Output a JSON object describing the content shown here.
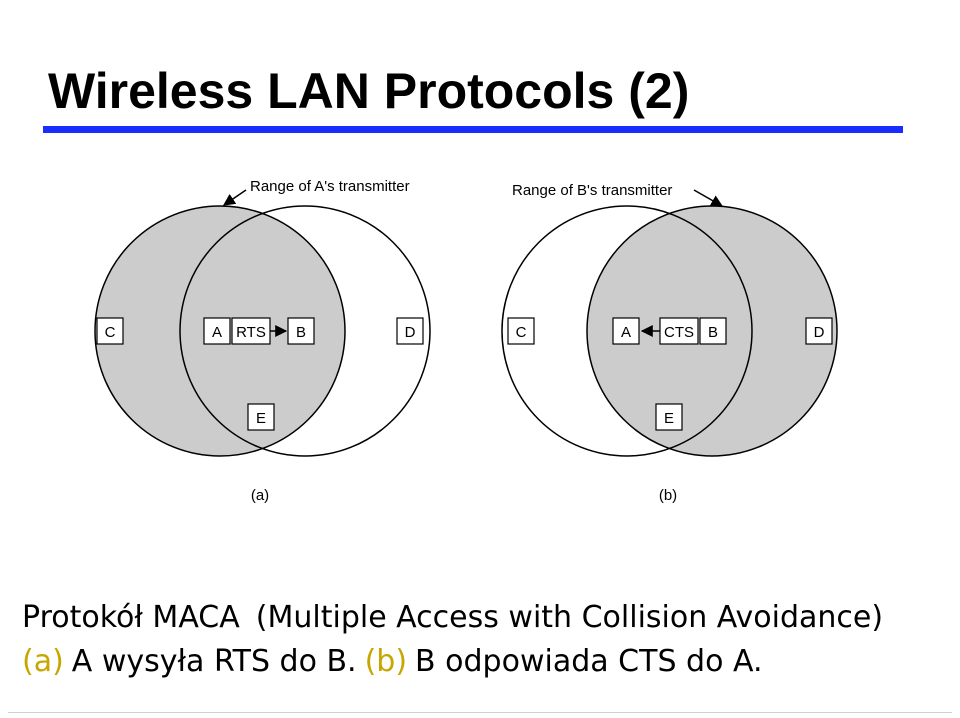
{
  "slide": {
    "title": "Wireless LAN Protocols (2)"
  },
  "figure": {
    "panel_a": {
      "range_label": "Range of A's transmitter",
      "caption": "(a)",
      "nodes": [
        "C",
        "A",
        "RTS",
        "B",
        "D",
        "E"
      ]
    },
    "panel_b": {
      "range_label": "Range of B's transmitter",
      "caption": "(b)",
      "nodes": [
        "C",
        "A",
        "CTS",
        "B",
        "D",
        "E"
      ]
    },
    "colors": {
      "shaded_range": "#cccccc",
      "accent_rule": "#1a2cff",
      "highlight": "#c8a600"
    }
  },
  "caption": {
    "line1_a": "Protokół MACA",
    "line1_b": "(Multiple Access with Collision Avoidance)",
    "line2_tag_a": "(a)",
    "line2_text_a": "A wysyła RTS do B.",
    "line2_tag_b": "(b)",
    "line2_text_b": "B odpowiada CTS do A."
  }
}
